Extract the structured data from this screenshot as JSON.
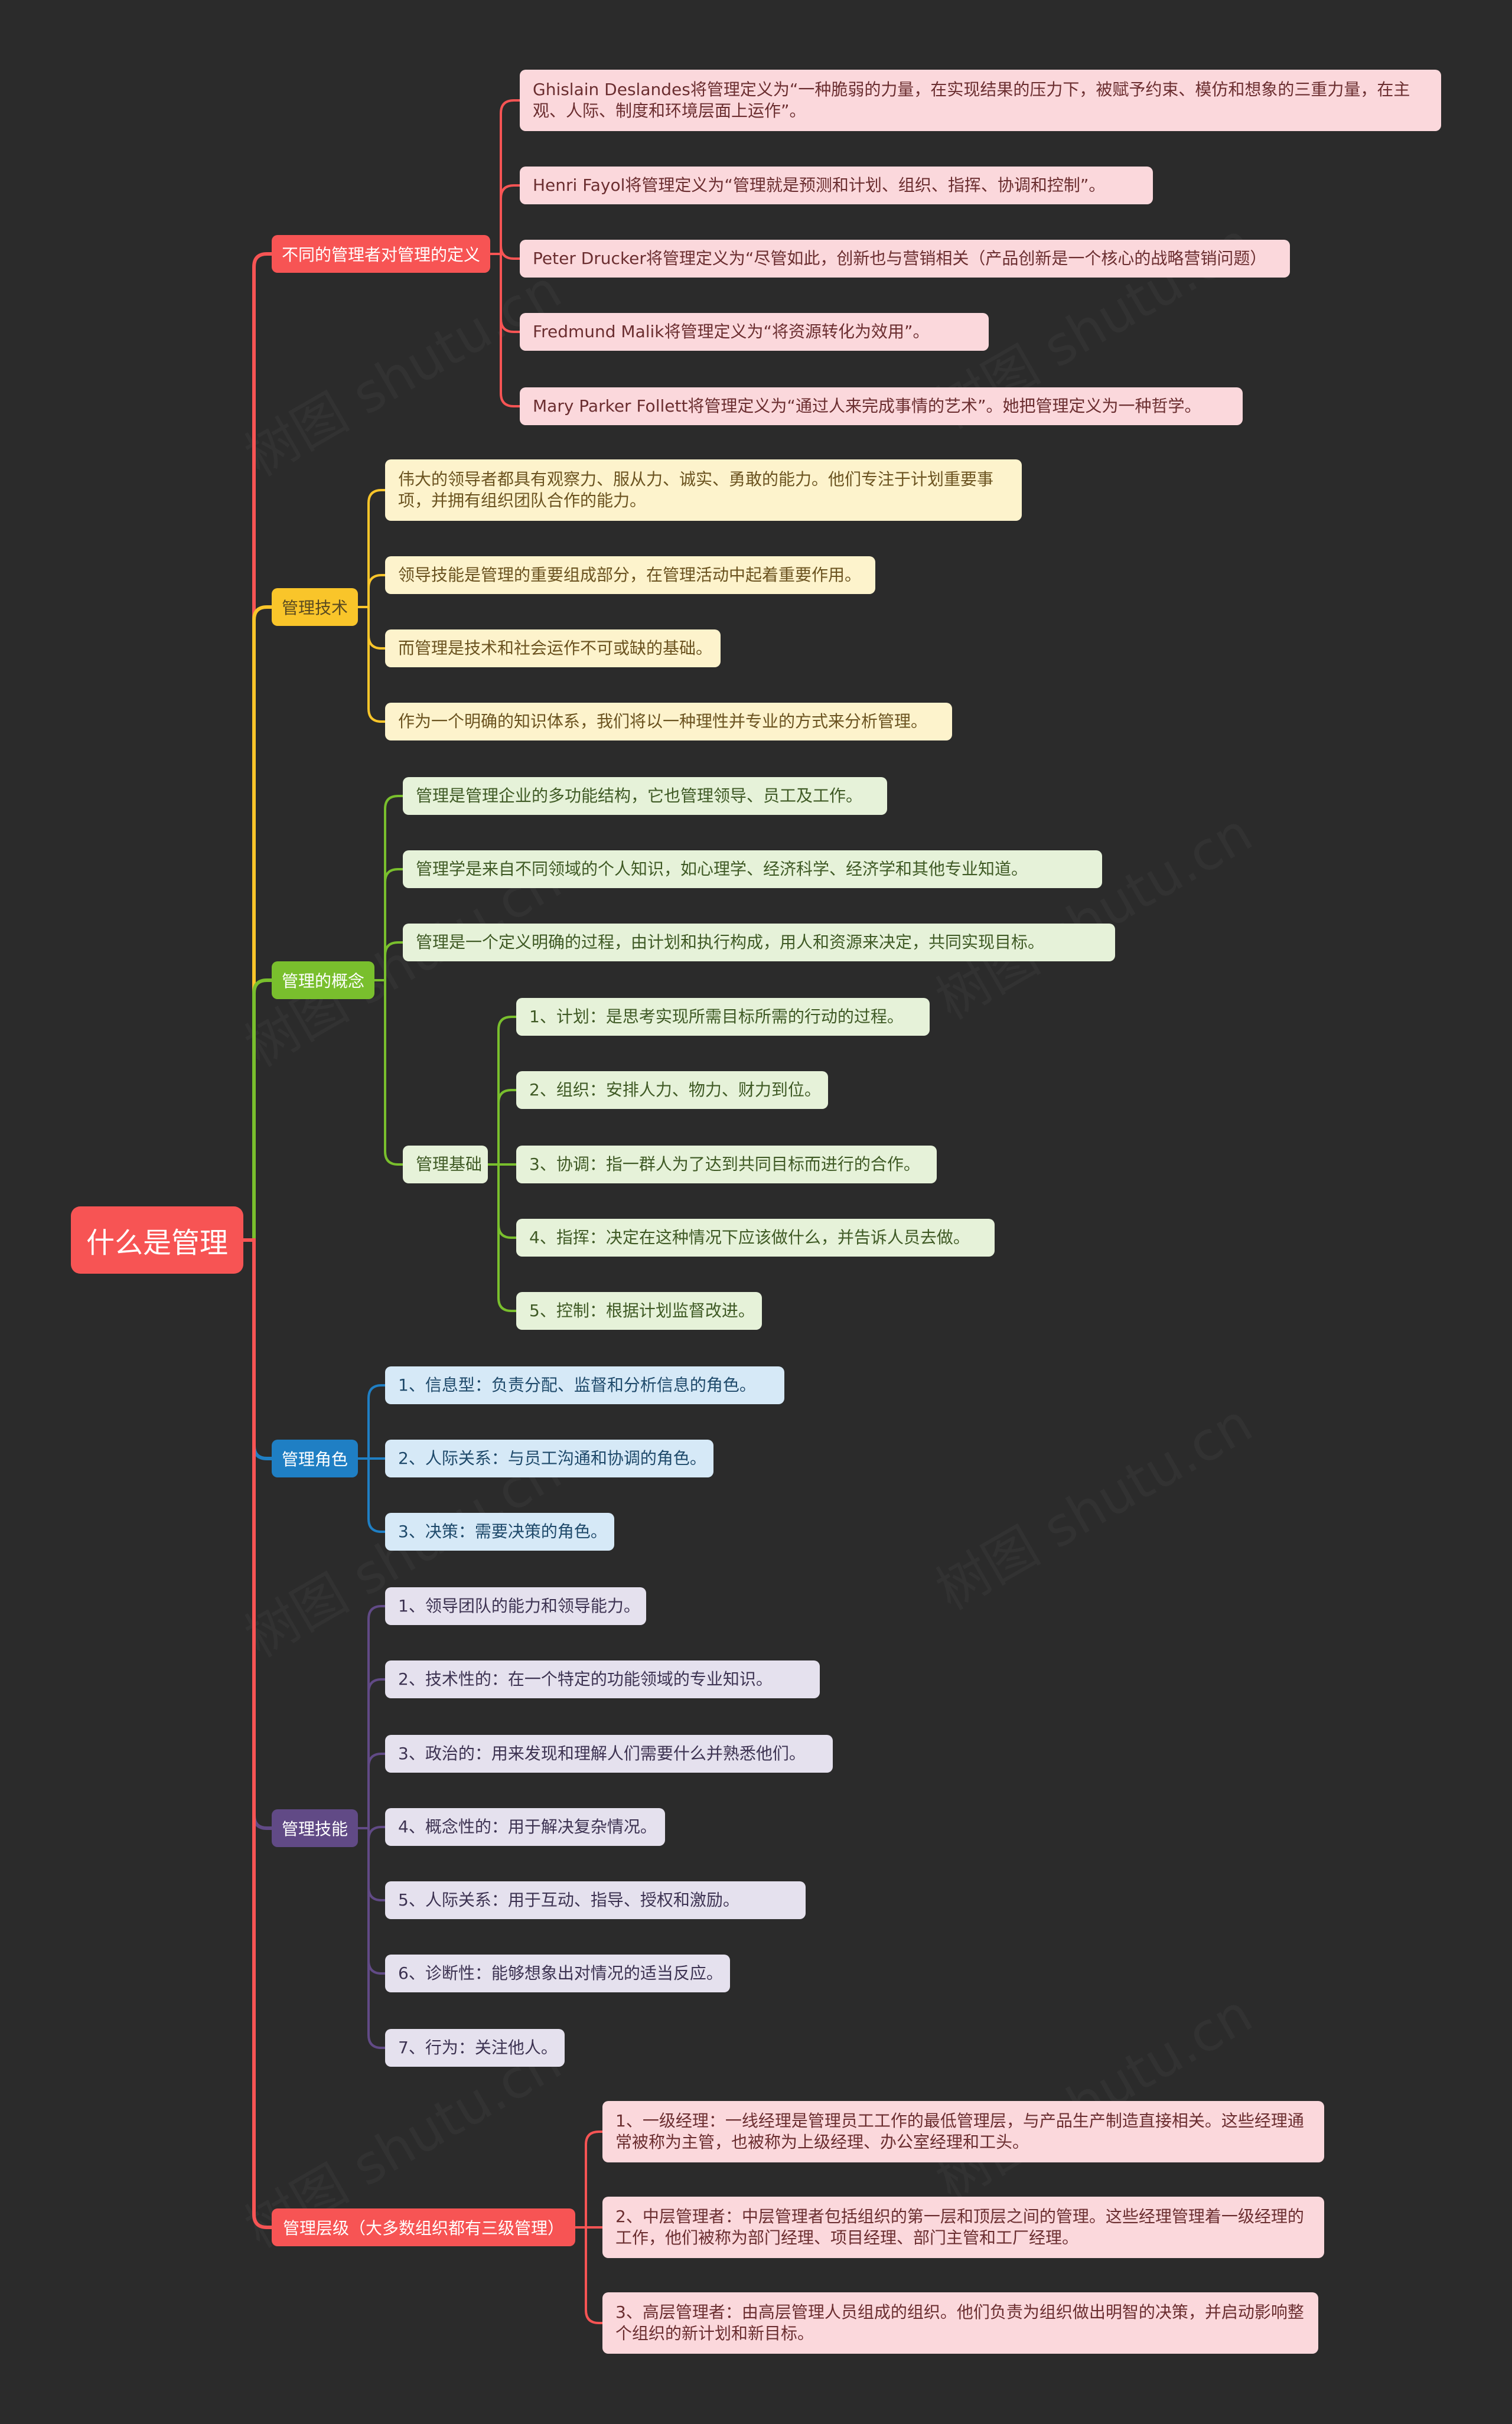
{
  "root": {
    "label": "什么是管理"
  },
  "colors": {
    "red": "#f75454",
    "yellow": "#f9c52a",
    "green": "#79bf2d",
    "blue": "#1f7fc4",
    "purple": "#614a86"
  },
  "branches": [
    {
      "label": "不同的管理者对管理的定义",
      "children": [
        "Ghislain Deslandes将管理定义为“一种脆弱的力量，在实现结果的压力下，被赋予约束、模仿和想象的三重力量，在主观、人际、制度和环境层面上运作”。",
        "Henri Fayol将管理定义为“管理就是预测和计划、组织、指挥、协调和控制”。",
        "Peter Drucker将管理定义为“尽管如此，创新也与营销相关（产品创新是一个核心的战略营销问题）",
        "Fredmund Malik将管理定义为“将资源转化为效用”。",
        "Mary Parker Follett将管理定义为“通过人来完成事情的艺术”。她把管理定义为一种哲学。"
      ]
    },
    {
      "label": "管理技术",
      "children": [
        "伟大的领导者都具有观察力、服从力、诚实、勇敢的能力。他们专注于计划重要事项，并拥有组织团队合作的能力。",
        "领导技能是管理的重要组成部分，在管理活动中起着重要作用。",
        "而管理是技术和社会运作不可或缺的基础。",
        "作为一个明确的知识体系，我们将以一种理性并专业的方式来分析管理。"
      ]
    },
    {
      "label": "管理的概念",
      "children": [
        "管理是管理企业的多功能结构，它也管理领导、员工及工作。",
        "管理学是来自不同领域的个人知识，如心理学、经济科学、经济学和其他专业知道。",
        "管理是一个定义明确的过程，由计划和执行构成，用人和资源来决定，共同实现目标。"
      ],
      "sub": {
        "label": "管理基础",
        "children": [
          "1、计划：是思考实现所需目标所需的行动的过程。",
          "2、组织：安排人力、物力、财力到位。",
          "3、协调：指一群人为了达到共同目标而进行的合作。",
          "4、指挥：决定在这种情况下应该做什么，并告诉人员去做。",
          "5、控制：根据计划监督改进。"
        ]
      }
    },
    {
      "label": "管理角色",
      "children": [
        "1、信息型：负责分配、监督和分析信息的角色。",
        "2、人际关系：与员工沟通和协调的角色。",
        "3、决策：需要决策的角色。"
      ]
    },
    {
      "label": "管理技能",
      "children": [
        "1、领导团队的能力和领导能力。",
        "2、技术性的：在一个特定的功能领域的专业知识。",
        "3、政治的：用来发现和理解人们需要什么并熟悉他们。",
        "4、概念性的：用于解决复杂情况。",
        "5、人际关系：用于互动、指导、授权和激励。",
        "6、诊断性：能够想象出对情况的适当反应。",
        "7、行为：关注他人。"
      ]
    },
    {
      "label": "管理层级（大多数组织都有三级管理）",
      "children": [
        "1、一级经理：一线经理是管理员工工作的最低管理层，与产品生产制造直接相关。这些经理通常被称为主管，也被称为上级经理、办公室经理和工头。",
        "2、中层管理者：中层管理者包括组织的第一层和顶层之间的管理。这些经理管理着一级经理的工作，他们被称为部门经理、项目经理、部门主管和工厂经理。",
        "3、高层管理者：由高层管理人员组成的组织。他们负责为组织做出明智的决策，并启动影响整个组织的新计划和新目标。"
      ]
    }
  ]
}
